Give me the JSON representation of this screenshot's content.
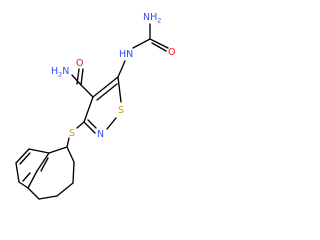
{
  "atoms": {
    "amide_n_top": {
      "text": "NH",
      "sub": "2",
      "color": "#3050F8"
    },
    "amine_nh": {
      "text": "HN",
      "color": "#3050F8"
    },
    "carbonyl_o_top": {
      "text": "O",
      "color": "#FF0D0D"
    },
    "amide_n_left": {
      "text": "H",
      "sub": "2",
      "tail": "N",
      "color": "#3050F8"
    },
    "carbonyl_o_left": {
      "text": "O",
      "color": "#FF0D0D"
    },
    "ring_s": {
      "text": "S",
      "color": "#C8A000"
    },
    "ring_n": {
      "text": "N",
      "color": "#3050F8"
    },
    "thioether_s": {
      "text": "S",
      "color": "#C8A000"
    }
  },
  "colors": {
    "bond": "#000000",
    "background": "#ffffff"
  }
}
